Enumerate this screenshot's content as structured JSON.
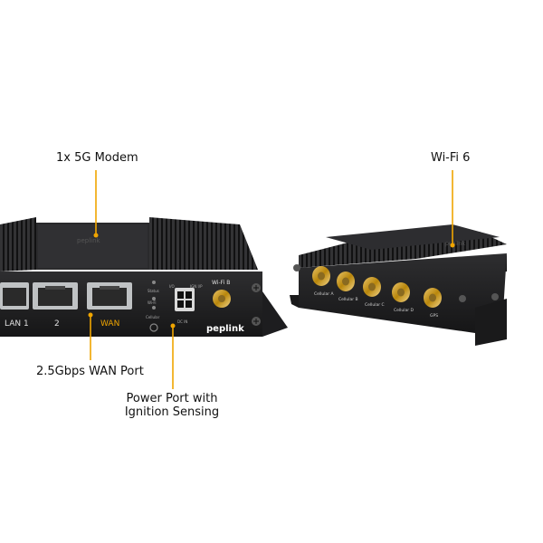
{
  "callouts": {
    "modem": "1x 5G Modem",
    "wifi6": "Wi-Fi 6",
    "wan_port": "2.5Gbps WAN Port",
    "power_line1": "Power Port with",
    "power_line2": "Ignition Sensing"
  },
  "front_panel": {
    "lan1": "LAN 1",
    "lan2": "2",
    "wan": "WAN",
    "wifi_b": "Wi-Fi B",
    "status": "Status",
    "wifi": "Wi-Fi",
    "cellular": "Cellular",
    "ign": "IGN I/P",
    "io": "I/O",
    "dcin": "DC IN",
    "brand": "peplink"
  },
  "rear_panel": {
    "connectors": [
      "Cellular A",
      "Cellular B",
      "Cellular C",
      "Cellular D",
      "GPS"
    ]
  },
  "colors": {
    "accent": "#f0a500",
    "chassis": "#2b2b2d",
    "text": "#111111"
  }
}
